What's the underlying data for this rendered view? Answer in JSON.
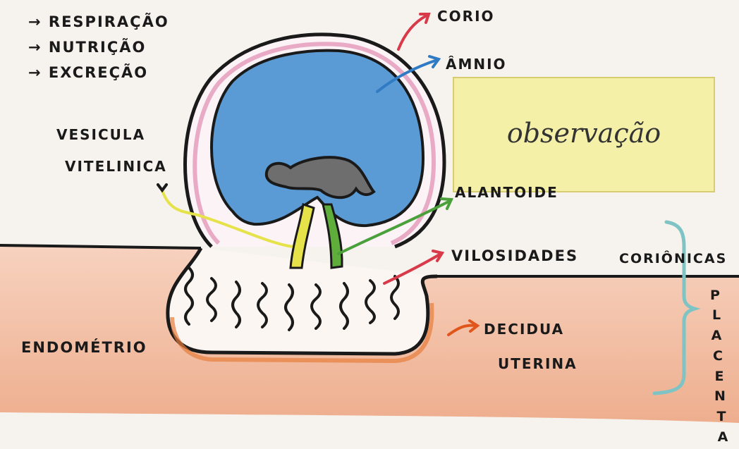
{
  "functions": [
    "→ RESPIRAÇÃO",
    "→ NUTRIÇÃO",
    "→ EXCREÇÃO"
  ],
  "labels": {
    "corio": "CORIO",
    "amnio": "ÂMNIO",
    "vesicula_line1": "VESICULA",
    "vesicula_line2": "VITELINICA",
    "alantoide": "ALANTOIDE",
    "vilosidades": "VILOSIDADES",
    "corionicas": "CORIÔNICAS",
    "endometrio": "ENDOMÉTRIO",
    "decidua_line1": "DECIDUA",
    "decidua_line2": "UTERINA",
    "placenta_letters": [
      "P",
      "L",
      "A",
      "C",
      "E",
      "N",
      "T",
      "A"
    ]
  },
  "note": {
    "text": "observação"
  },
  "colors": {
    "amnion_fill": "#5b9bd5",
    "chorion_outline": "#e08ab0",
    "yolk_sac": "#e6e24a",
    "allantois": "#5fae3c",
    "endometrium": "#f2b99a",
    "note_bg": "#f5f0a8",
    "brace": "#7fc4c4",
    "arrow_red": "#d83a4a",
    "arrow_blue": "#2f7bc4",
    "arrow_green": "#4aa03a",
    "arrow_orange": "#e0561a",
    "embryo": "#6e6e6e"
  }
}
